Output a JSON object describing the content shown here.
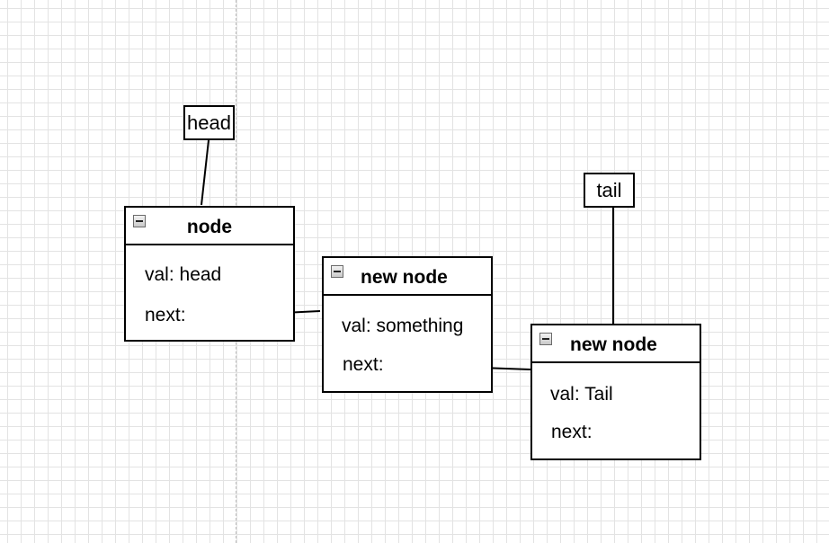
{
  "labels": {
    "head": "head",
    "tail": "tail"
  },
  "nodes": [
    {
      "title": "node",
      "val": "val: head",
      "next": "next:"
    },
    {
      "title": "new node",
      "val": "val: something",
      "next": "next:"
    },
    {
      "title": "new node",
      "val": "val: Tail",
      "next": "next:"
    }
  ],
  "colors": {
    "grid": "#e3e3e3",
    "stroke": "#000000",
    "divider": "#bdbdbd",
    "background": "#ffffff"
  },
  "icons": {
    "collapse": "collapse-minus-icon"
  }
}
